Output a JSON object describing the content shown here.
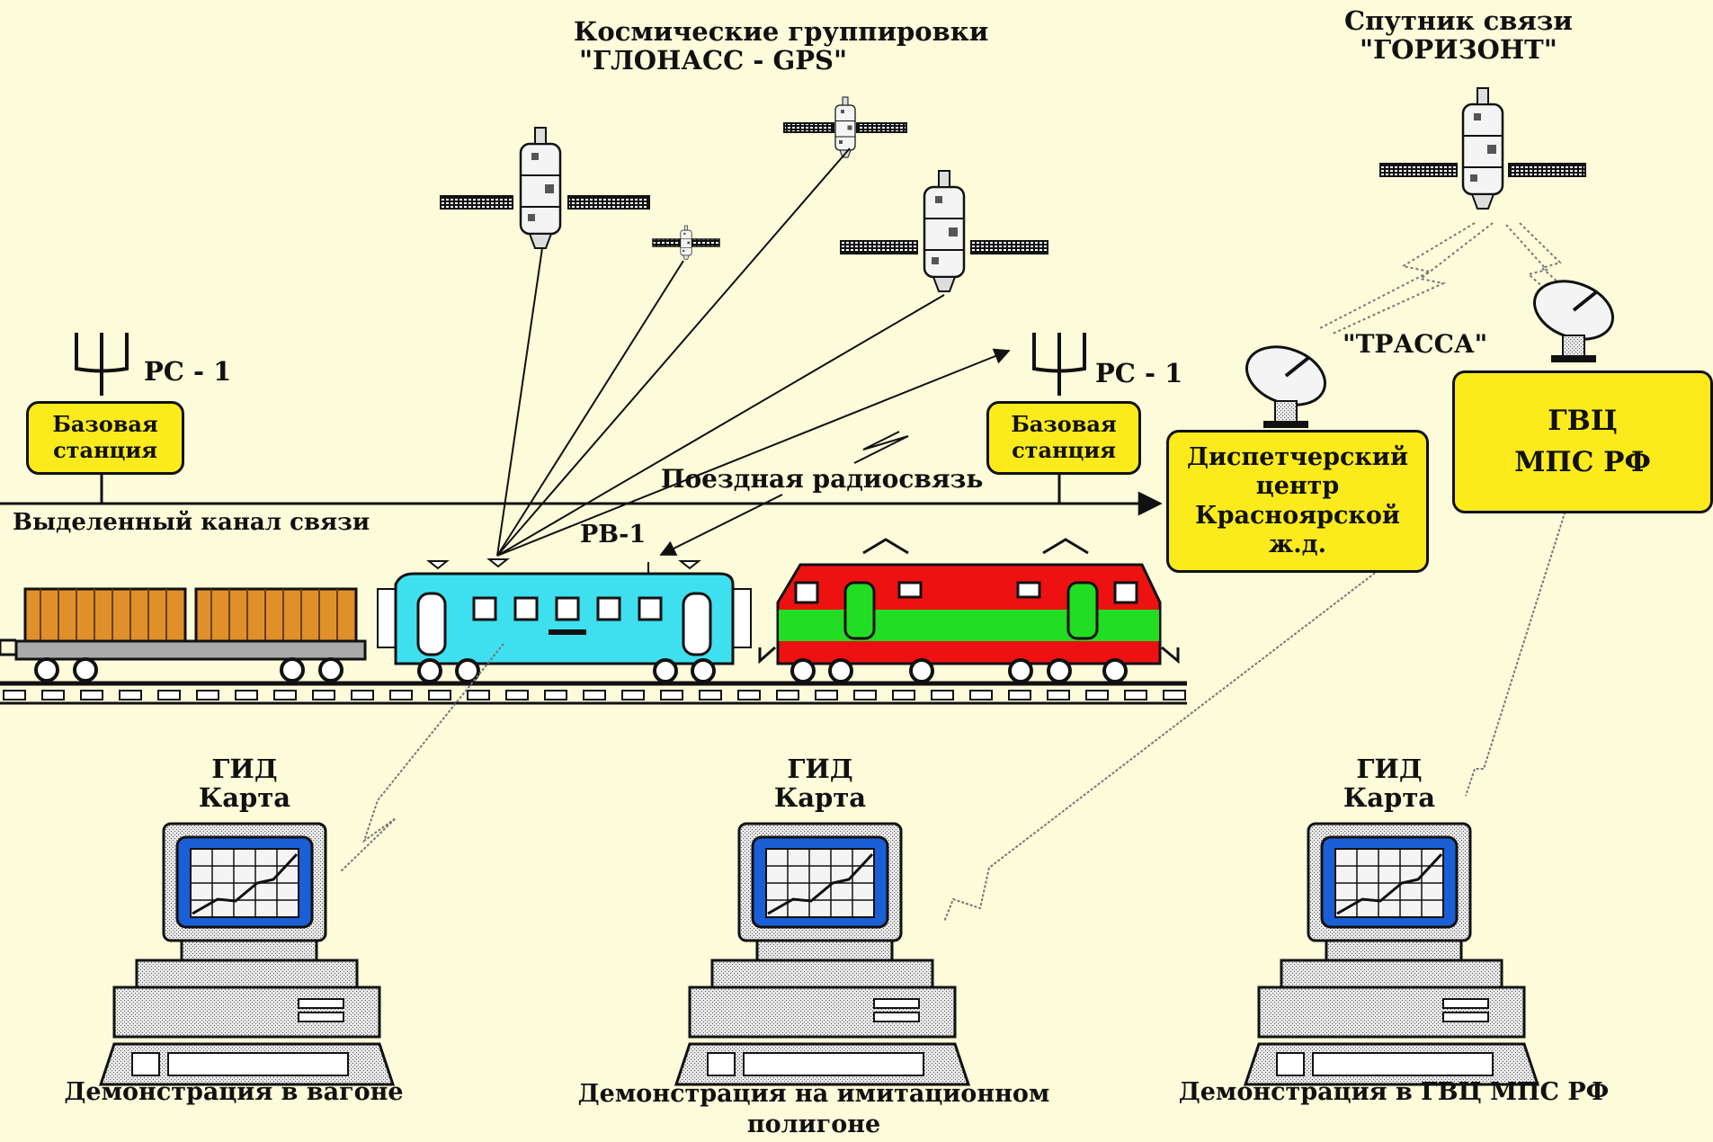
{
  "labels": {
    "glonass_title_1": "Космические группировки",
    "glonass_title_2": "\"ГЛОНАСС - GPS\"",
    "horizont_title_1": "Спутник связи",
    "horizont_title_2": "\"ГОРИЗОНТ\"",
    "trassa": "\"ТРАССА\"",
    "rs1_left": "РС - 1",
    "rs1_right": "РС - 1",
    "train_radio": "Поездная радиосвязь",
    "dedicated_channel": "Выделенный канал связи",
    "rv1": "РВ-1"
  },
  "boxes": {
    "base_left": [
      "Базовая",
      "станция"
    ],
    "base_right": [
      "Базовая",
      "станция"
    ],
    "dispatch": [
      "Диспетчерский",
      "центр",
      "Красноярской",
      "ж.д."
    ],
    "gvc": [
      "ГВЦ",
      "МПС РФ"
    ]
  },
  "computers": [
    {
      "top_1": "ГИД",
      "top_2": "Карта",
      "caption_1": "Демонстрация в вагоне",
      "caption_2": ""
    },
    {
      "top_1": "ГИД",
      "top_2": "Карта",
      "caption_1": "Демонстрация на имитационном",
      "caption_2": "полигоне"
    },
    {
      "top_1": "ГИД",
      "top_2": "Карта",
      "caption_1": "Демонстрация в ГВЦ МПС РФ",
      "caption_2": ""
    }
  ],
  "colors": {
    "background": "#fcfbda",
    "box_fill": "#fbeb1c",
    "wagon_cyan": "#3ee0f0",
    "locomotive_red": "#ee1111",
    "locomotive_green": "#22dd22",
    "container_orange": "#e0902a",
    "screen_blue": "#1a5fd6"
  }
}
